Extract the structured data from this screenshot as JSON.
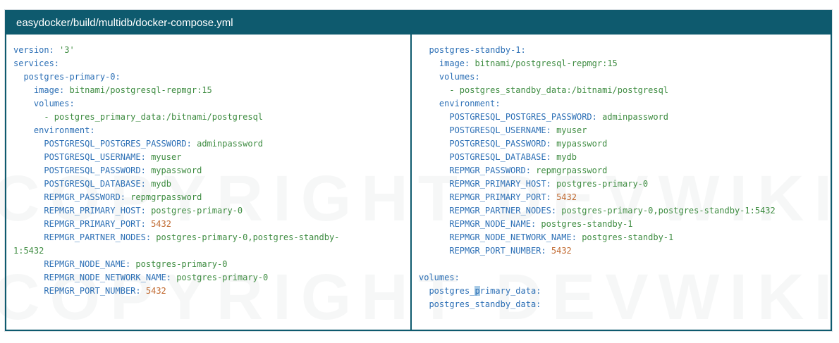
{
  "window": {
    "title": "easydocker/build/multidb/docker-compose.yml"
  },
  "colors": {
    "teal": "#0e5a6e",
    "key_blue": "#2d70b6",
    "string_green": "#3e8c41",
    "number_orange": "#c0682e",
    "selection_blue": "#a9cbe6",
    "title_white": "#ffffff"
  },
  "watermark": {
    "row1": "COPYRIGHT DEVWIKI",
    "row2": "COPYRIGHT DEVWIKI"
  },
  "code": {
    "left_column": [
      [
        {
          "t": "version:",
          "c": "key"
        },
        {
          "t": " '3'",
          "c": "str"
        }
      ],
      [
        {
          "t": "services:",
          "c": "key"
        }
      ],
      [
        {
          "t": "  ",
          "c": "pln"
        },
        {
          "t": "postgres-primary-0:",
          "c": "key"
        }
      ],
      [
        {
          "t": "    ",
          "c": "pln"
        },
        {
          "t": "image:",
          "c": "key"
        },
        {
          "t": " bitnami/postgresql-repmgr:15",
          "c": "str"
        }
      ],
      [
        {
          "t": "    ",
          "c": "pln"
        },
        {
          "t": "volumes:",
          "c": "key"
        }
      ],
      [
        {
          "t": "      ",
          "c": "pln"
        },
        {
          "t": "- postgres_primary_data:/bitnami/postgresql",
          "c": "str"
        }
      ],
      [
        {
          "t": "    ",
          "c": "pln"
        },
        {
          "t": "environment:",
          "c": "key"
        }
      ],
      [
        {
          "t": "      ",
          "c": "pln"
        },
        {
          "t": "POSTGRESQL_POSTGRES_PASSWORD:",
          "c": "key"
        },
        {
          "t": " adminpassword",
          "c": "str"
        }
      ],
      [
        {
          "t": "      ",
          "c": "pln"
        },
        {
          "t": "POSTGRESQL_USERNAME:",
          "c": "key"
        },
        {
          "t": " myuser",
          "c": "str"
        }
      ],
      [
        {
          "t": "      ",
          "c": "pln"
        },
        {
          "t": "POSTGRESQL_PASSWORD:",
          "c": "key"
        },
        {
          "t": " mypassword",
          "c": "str"
        }
      ],
      [
        {
          "t": "      ",
          "c": "pln"
        },
        {
          "t": "POSTGRESQL_DATABASE:",
          "c": "key"
        },
        {
          "t": " mydb",
          "c": "str"
        }
      ],
      [
        {
          "t": "      ",
          "c": "pln"
        },
        {
          "t": "REPMGR_PASSWORD:",
          "c": "key"
        },
        {
          "t": " repmgrpassword",
          "c": "str"
        }
      ],
      [
        {
          "t": "      ",
          "c": "pln"
        },
        {
          "t": "REPMGR_PRIMARY_HOST:",
          "c": "key"
        },
        {
          "t": " postgres-primary-0",
          "c": "str"
        }
      ],
      [
        {
          "t": "      ",
          "c": "pln"
        },
        {
          "t": "REPMGR_PRIMARY_PORT:",
          "c": "key"
        },
        {
          "t": " 5432",
          "c": "num"
        }
      ],
      [
        {
          "t": "      ",
          "c": "pln"
        },
        {
          "t": "REPMGR_PARTNER_NODES:",
          "c": "key"
        },
        {
          "t": " postgres-primary-0,postgres-standby-",
          "c": "str"
        }
      ],
      [
        {
          "t": "1:5432",
          "c": "str"
        }
      ],
      [
        {
          "t": "      ",
          "c": "pln"
        },
        {
          "t": "REPMGR_NODE_NAME:",
          "c": "key"
        },
        {
          "t": " postgres-primary-0",
          "c": "str"
        }
      ],
      [
        {
          "t": "      ",
          "c": "pln"
        },
        {
          "t": "REPMGR_NODE_NETWORK_NAME:",
          "c": "key"
        },
        {
          "t": " postgres-primary-0",
          "c": "str"
        }
      ],
      [
        {
          "t": "      ",
          "c": "pln"
        },
        {
          "t": "REPMGR_PORT_NUMBER:",
          "c": "key"
        },
        {
          "t": " 5432",
          "c": "num"
        }
      ]
    ],
    "right_column": [
      [
        {
          "t": "  ",
          "c": "pln"
        },
        {
          "t": "postgres-standby-1:",
          "c": "key"
        }
      ],
      [
        {
          "t": "    ",
          "c": "pln"
        },
        {
          "t": "image:",
          "c": "key"
        },
        {
          "t": " bitnami/postgresql-repmgr:15",
          "c": "str"
        }
      ],
      [
        {
          "t": "    ",
          "c": "pln"
        },
        {
          "t": "volumes:",
          "c": "key"
        }
      ],
      [
        {
          "t": "      ",
          "c": "pln"
        },
        {
          "t": "- postgres_standby_data:/bitnami/postgresql",
          "c": "str"
        }
      ],
      [
        {
          "t": "    ",
          "c": "pln"
        },
        {
          "t": "environment:",
          "c": "key"
        }
      ],
      [
        {
          "t": "      ",
          "c": "pln"
        },
        {
          "t": "POSTGRESQL_POSTGRES_PASSWORD:",
          "c": "key"
        },
        {
          "t": " adminpassword",
          "c": "str"
        }
      ],
      [
        {
          "t": "      ",
          "c": "pln"
        },
        {
          "t": "POSTGRESQL_USERNAME:",
          "c": "key"
        },
        {
          "t": " myuser",
          "c": "str"
        }
      ],
      [
        {
          "t": "      ",
          "c": "pln"
        },
        {
          "t": "POSTGRESQL_PASSWORD:",
          "c": "key"
        },
        {
          "t": " mypassword",
          "c": "str"
        }
      ],
      [
        {
          "t": "      ",
          "c": "pln"
        },
        {
          "t": "POSTGRESQL_DATABASE:",
          "c": "key"
        },
        {
          "t": " mydb",
          "c": "str"
        }
      ],
      [
        {
          "t": "      ",
          "c": "pln"
        },
        {
          "t": "REPMGR_PASSWORD:",
          "c": "key"
        },
        {
          "t": " repmgrpassword",
          "c": "str"
        }
      ],
      [
        {
          "t": "      ",
          "c": "pln"
        },
        {
          "t": "REPMGR_PRIMARY_HOST:",
          "c": "key"
        },
        {
          "t": " postgres-primary-0",
          "c": "str"
        }
      ],
      [
        {
          "t": "      ",
          "c": "pln"
        },
        {
          "t": "REPMGR_PRIMARY_PORT:",
          "c": "key"
        },
        {
          "t": " 5432",
          "c": "num"
        }
      ],
      [
        {
          "t": "      ",
          "c": "pln"
        },
        {
          "t": "REPMGR_PARTNER_NODES:",
          "c": "key"
        },
        {
          "t": " postgres-primary-0,postgres-standby-1:5432",
          "c": "str"
        }
      ],
      [
        {
          "t": "      ",
          "c": "pln"
        },
        {
          "t": "REPMGR_NODE_NAME:",
          "c": "key"
        },
        {
          "t": " postgres-standby-1",
          "c": "str"
        }
      ],
      [
        {
          "t": "      ",
          "c": "pln"
        },
        {
          "t": "REPMGR_NODE_NETWORK_NAME:",
          "c": "key"
        },
        {
          "t": " postgres-standby-1",
          "c": "str"
        }
      ],
      [
        {
          "t": "      ",
          "c": "pln"
        },
        {
          "t": "REPMGR_PORT_NUMBER:",
          "c": "key"
        },
        {
          "t": " 5432",
          "c": "num"
        }
      ],
      [],
      [
        {
          "t": "volumes:",
          "c": "key"
        }
      ],
      [
        {
          "t": "  ",
          "c": "pln"
        },
        {
          "t": "postgres_",
          "c": "key"
        },
        {
          "t": "p",
          "c": "sel"
        },
        {
          "t": "rimary_data:",
          "c": "key"
        }
      ],
      [
        {
          "t": "  ",
          "c": "pln"
        },
        {
          "t": "postgres_standby_data:",
          "c": "key"
        }
      ]
    ]
  }
}
